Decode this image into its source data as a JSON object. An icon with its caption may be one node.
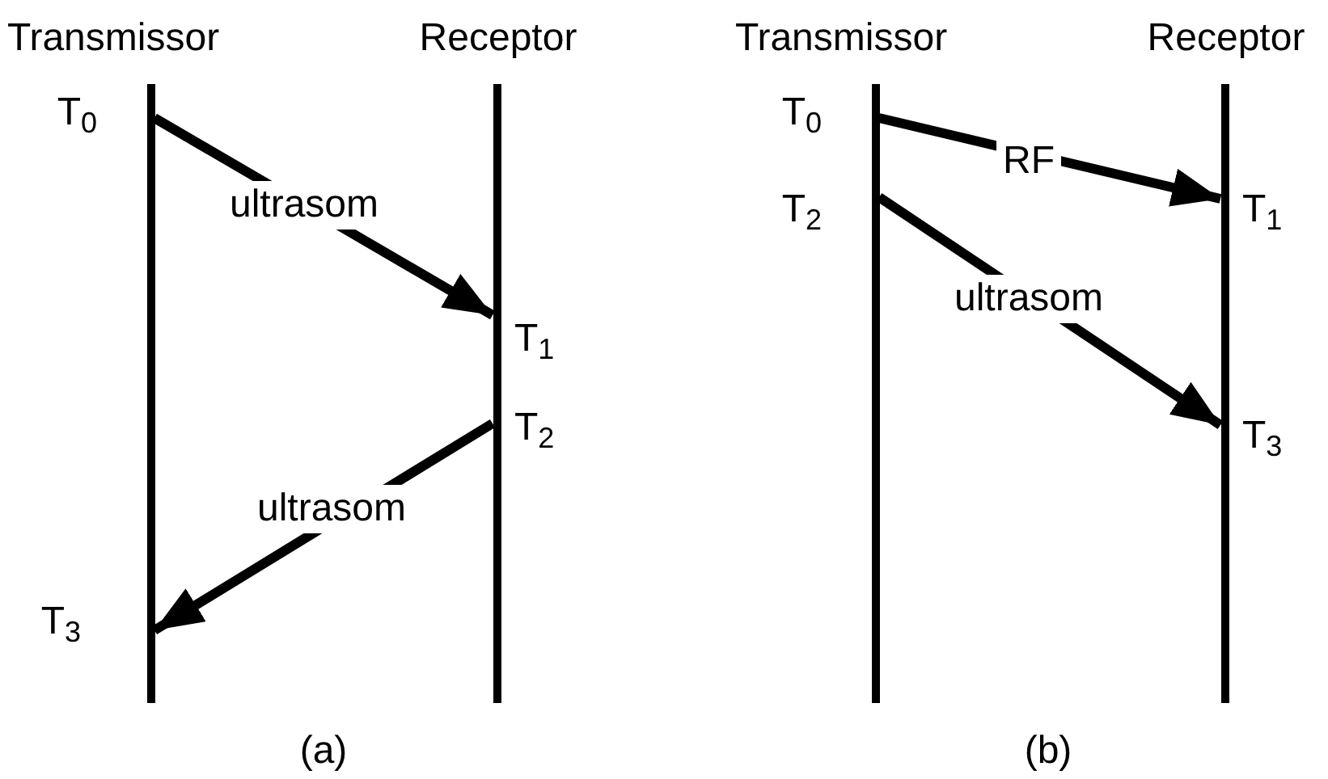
{
  "diagram": {
    "nodes": [
      {
        "text": [
          "Transmissor"
        ]
      },
      {
        "text": [
          "Receptor"
        ]
      },
      {
        "text": [
          "Transmissor"
        ]
      },
      {
        "text": [
          "Receptor"
        ]
      }
    ],
    "edges": [
      {
        "from": 0,
        "to": 1,
        "arrow": "to",
        "label": "ultrasom"
      },
      {
        "from": 1,
        "to": 0,
        "arrow": "to",
        "label": "ultrasom"
      },
      {
        "from": 2,
        "to": 3,
        "arrow": "to",
        "label": "RF"
      },
      {
        "from": 2,
        "to": 3,
        "arrow": "to",
        "label": "ultrasom"
      }
    ],
    "labels": [
      "T$_{0}$",
      "T$_{1}$",
      "T$_{2}$",
      "T$_{3}$",
      "(a)",
      "T$_{0}$",
      "T$_{1}$",
      "T$_{2}$",
      "T$_{3}$",
      "(b)"
    ]
  }
}
